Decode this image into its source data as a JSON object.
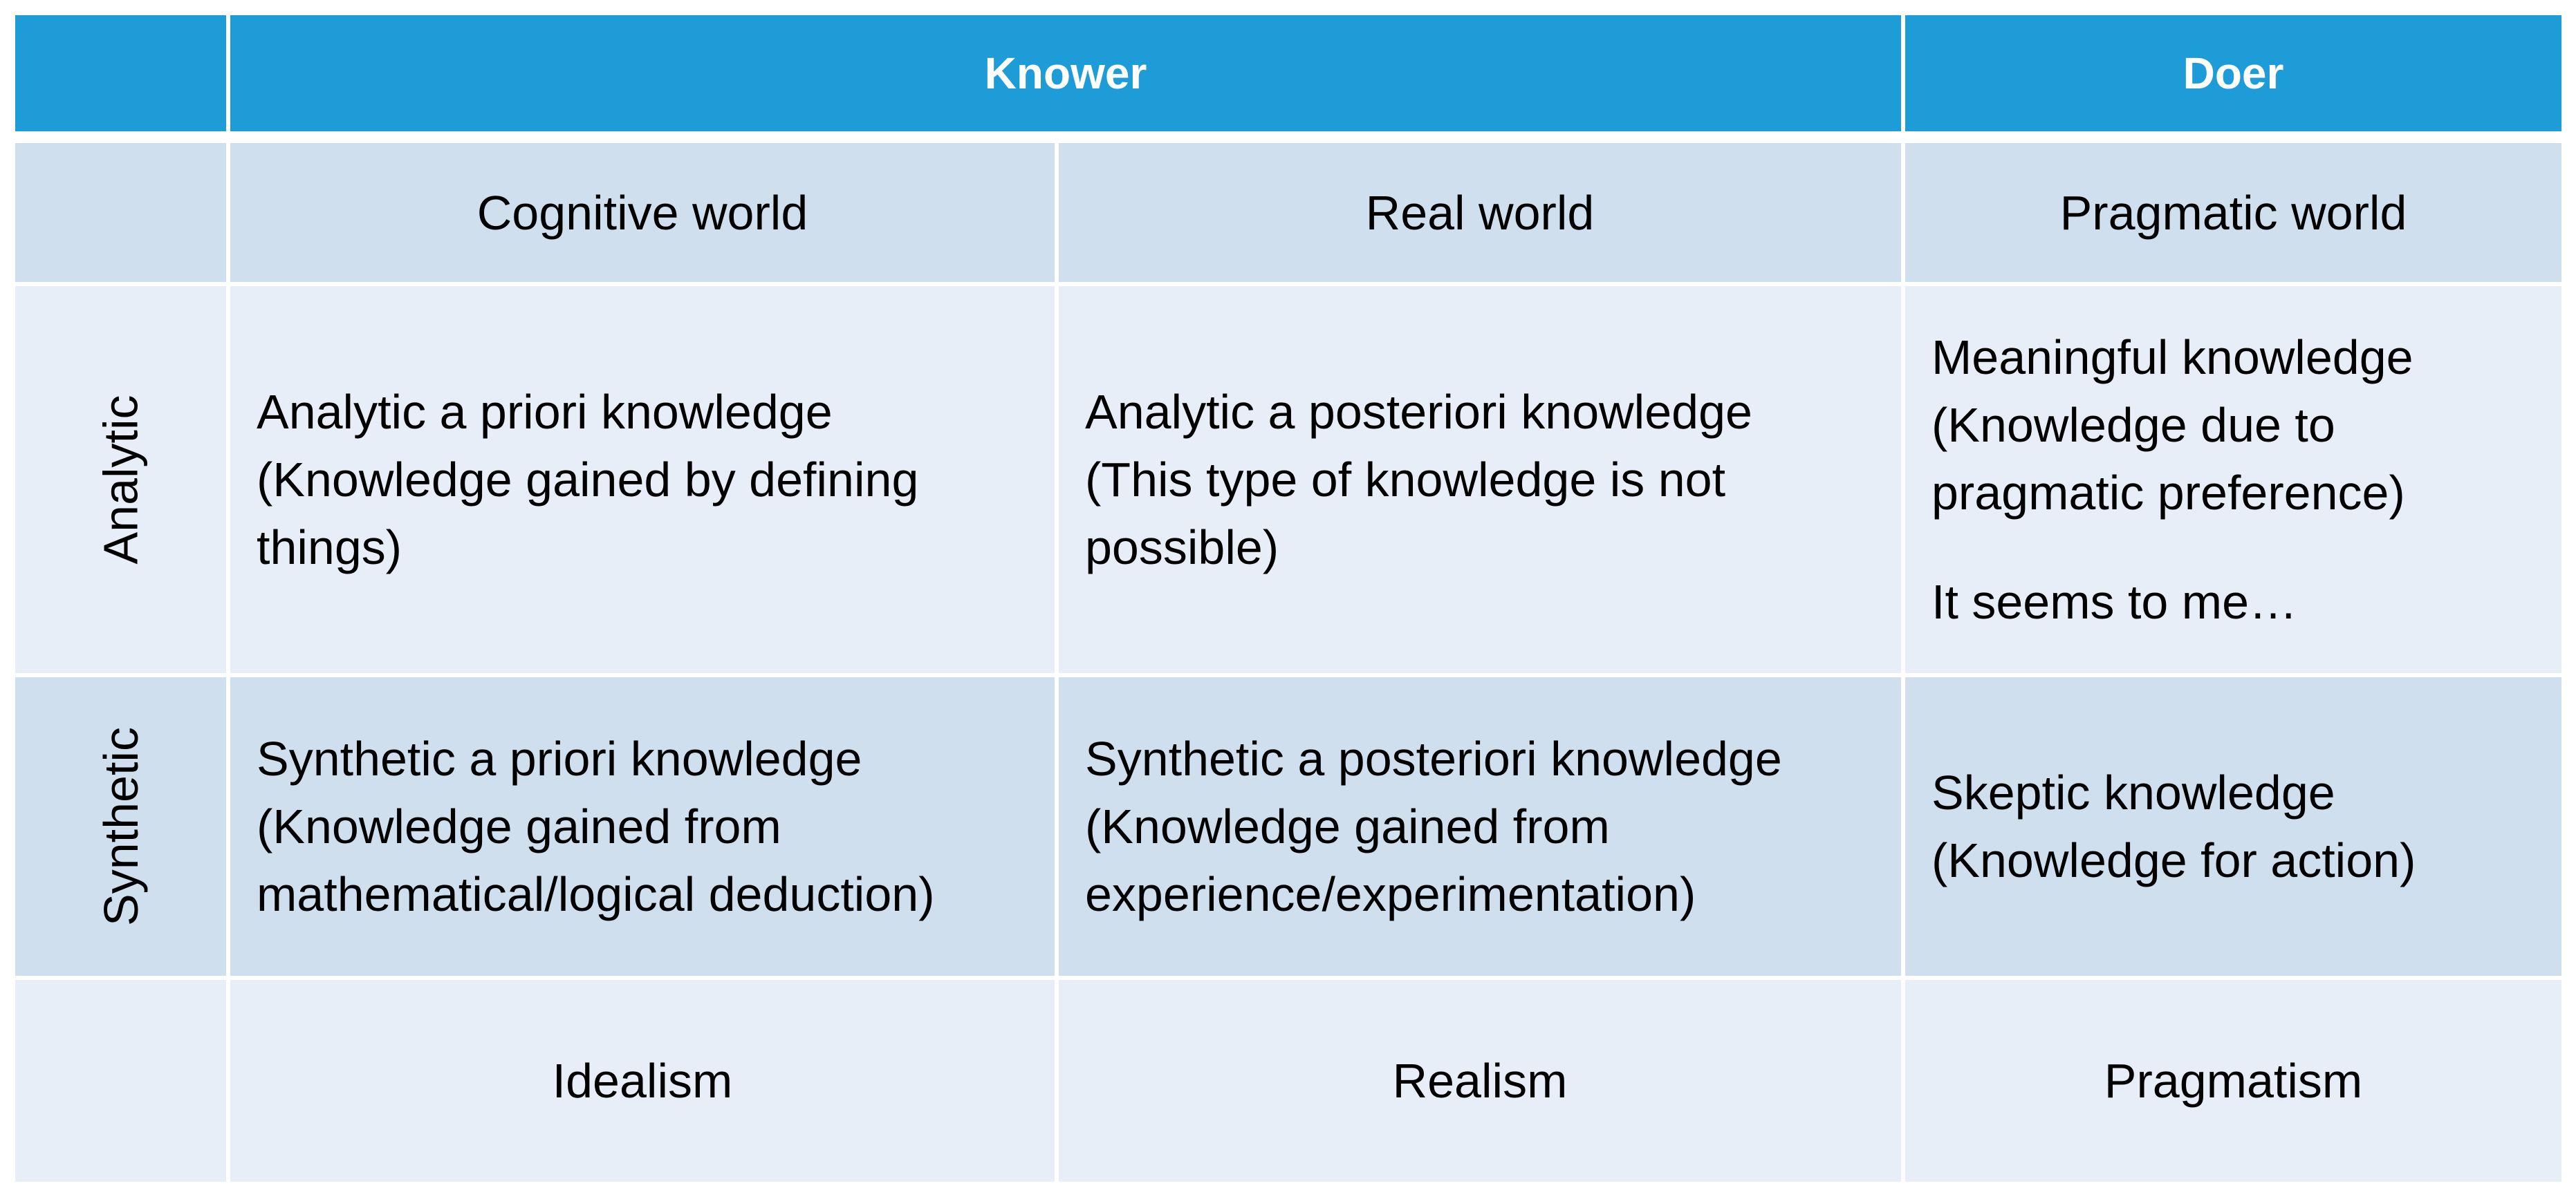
{
  "header": {
    "knower": "Knower",
    "doer": "Doer"
  },
  "subheader": {
    "cognitive": "Cognitive world",
    "real": "Real world",
    "pragmatic": "Pragmatic world"
  },
  "rows": {
    "analytic": {
      "label": "Analytic",
      "cognitive": [
        "Analytic a priori knowledge",
        "(Knowledge gained by defining",
        "things)"
      ],
      "real": [
        "Analytic a posteriori knowledge",
        "(This type of knowledge is not",
        "possible)"
      ],
      "pragmatic": [
        "Meaningful knowledge",
        "(Knowledge due to",
        "pragmatic preference)"
      ],
      "pragmatic_note": "It seems to me…"
    },
    "synthetic": {
      "label": "Synthetic",
      "cognitive": [
        "Synthetic a priori knowledge",
        "(Knowledge gained from",
        "mathematical/logical deduction)"
      ],
      "real": [
        "Synthetic a posteriori knowledge",
        "(Knowledge gained from",
        "experience/experimentation)"
      ],
      "pragmatic": [
        "Skeptic knowledge",
        "(Knowledge for action)"
      ]
    }
  },
  "footer": {
    "cognitive": "Idealism",
    "real": "Realism",
    "pragmatic": "Pragmatism"
  },
  "colors": {
    "header_bg": "#1e9cd7",
    "light_row": "#e7eef8",
    "mid_row": "#cfdfee"
  }
}
